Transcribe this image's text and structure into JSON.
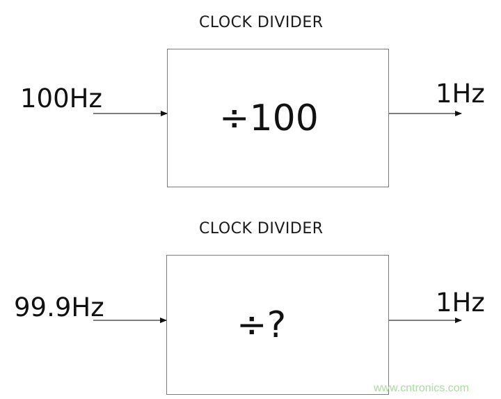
{
  "diagram": {
    "top": {
      "title": "CLOCK DIVIDER",
      "input_label": "100Hz",
      "operation": "÷100",
      "output_label": "1Hz"
    },
    "bottom": {
      "title": "CLOCK DIVIDER",
      "input_label": "99.9Hz",
      "operation": "÷?",
      "output_label": "1Hz"
    }
  },
  "watermark": "www.cntronics.com",
  "colors": {
    "line": "#555555",
    "box_border": "#7a7a7a",
    "watermark": "#a8dca0"
  }
}
